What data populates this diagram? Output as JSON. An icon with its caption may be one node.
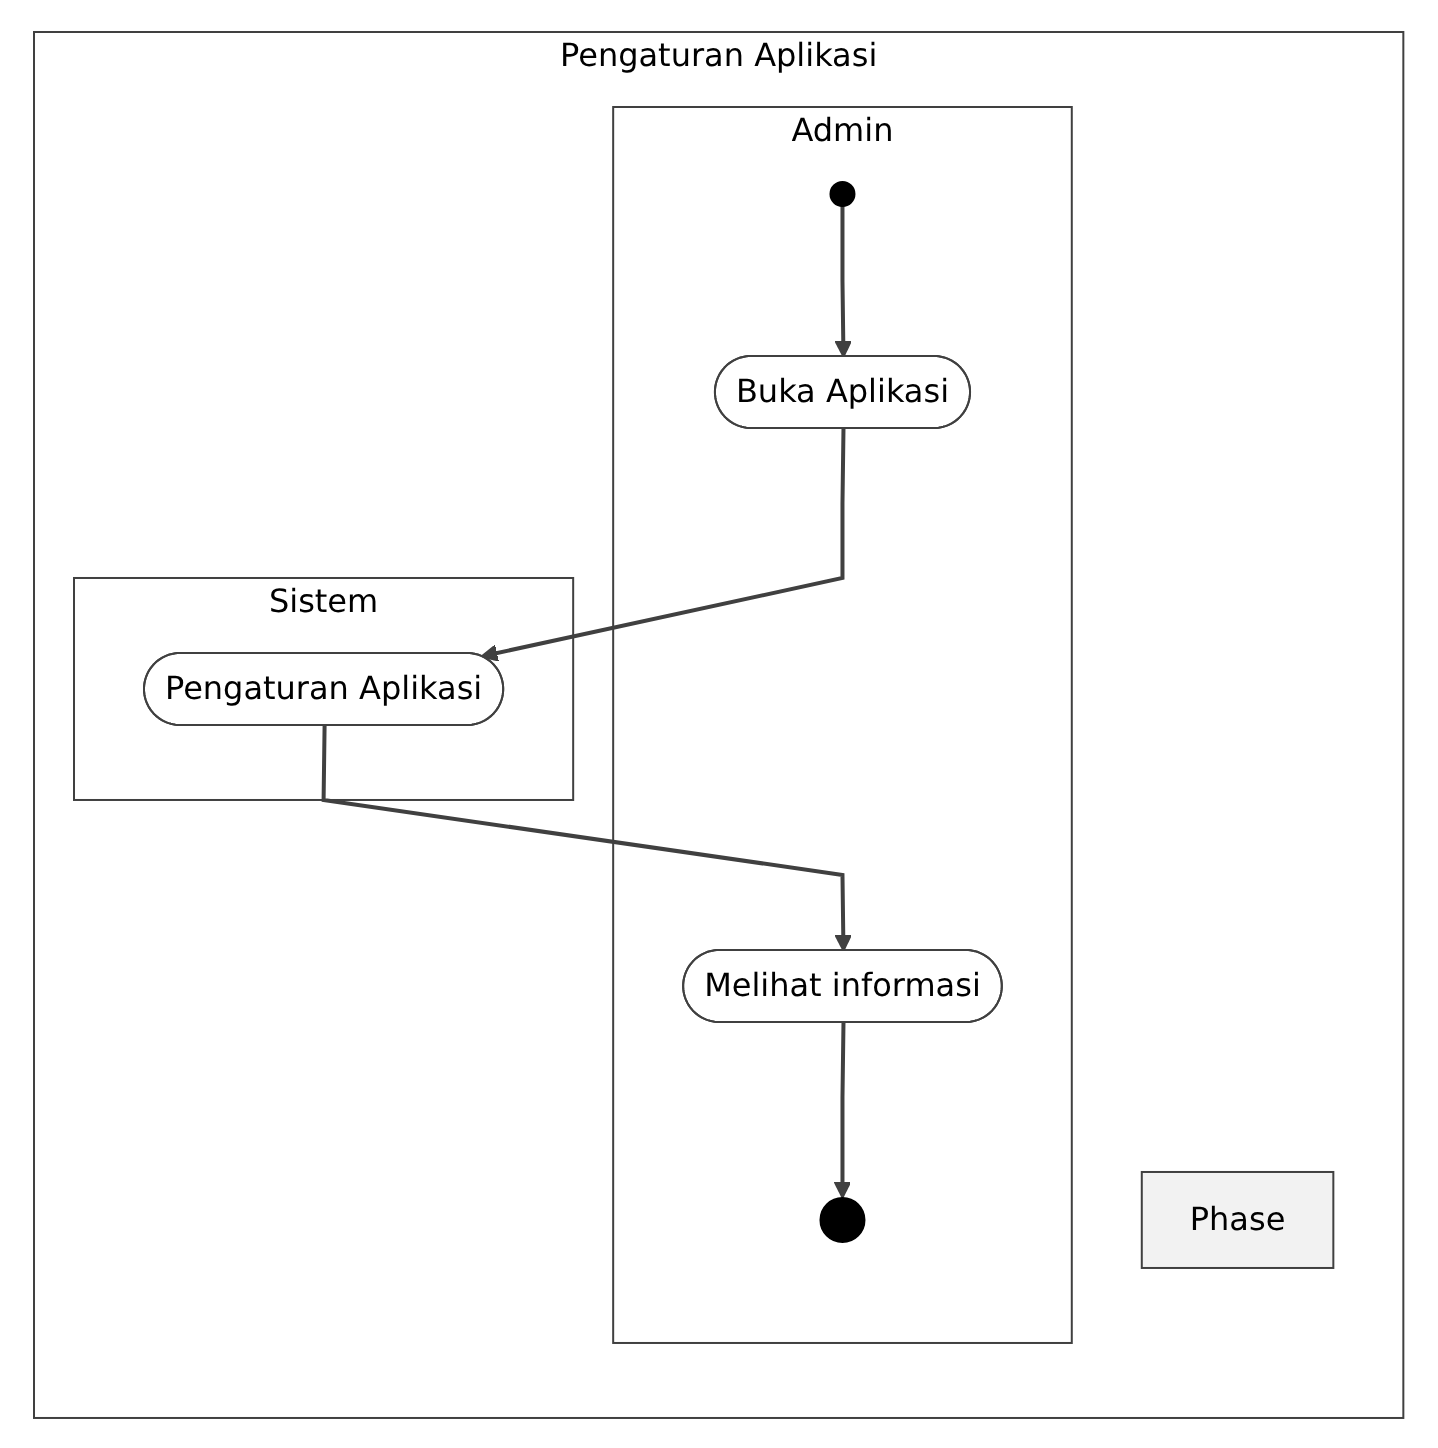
{
  "diagram": {
    "nodes": [
      {
        "text": [
          "Pengaturan Aplikasi"
        ]
      },
      {
        "text": [
          "Phase"
        ],
        "in": 0
      },
      {
        "text": [
          "Admin"
        ],
        "in": 0
      },
      {
        "text": [
          "Sistem"
        ],
        "in": 0
      },
      {
        "text": [],
        "shape": "circle",
        "in": 2
      },
      {
        "text": [
          "Buka Aplikasi"
        ],
        "in": 2
      },
      {
        "text": [
          "Pengaturan Aplikasi"
        ],
        "in": 3
      },
      {
        "text": [
          "Melihat informasi"
        ],
        "in": 2
      },
      {
        "text": [],
        "shape": "circle",
        "in": 2
      }
    ],
    "edges": [
      {
        "from": 4,
        "to": 5,
        "arrow": "to"
      },
      {
        "from": 5,
        "to": 6,
        "arrow": "to"
      },
      {
        "from": 6,
        "to": 7,
        "arrow": "to"
      },
      {
        "from": 7,
        "to": 8,
        "arrow": "to"
      }
    ]
  }
}
